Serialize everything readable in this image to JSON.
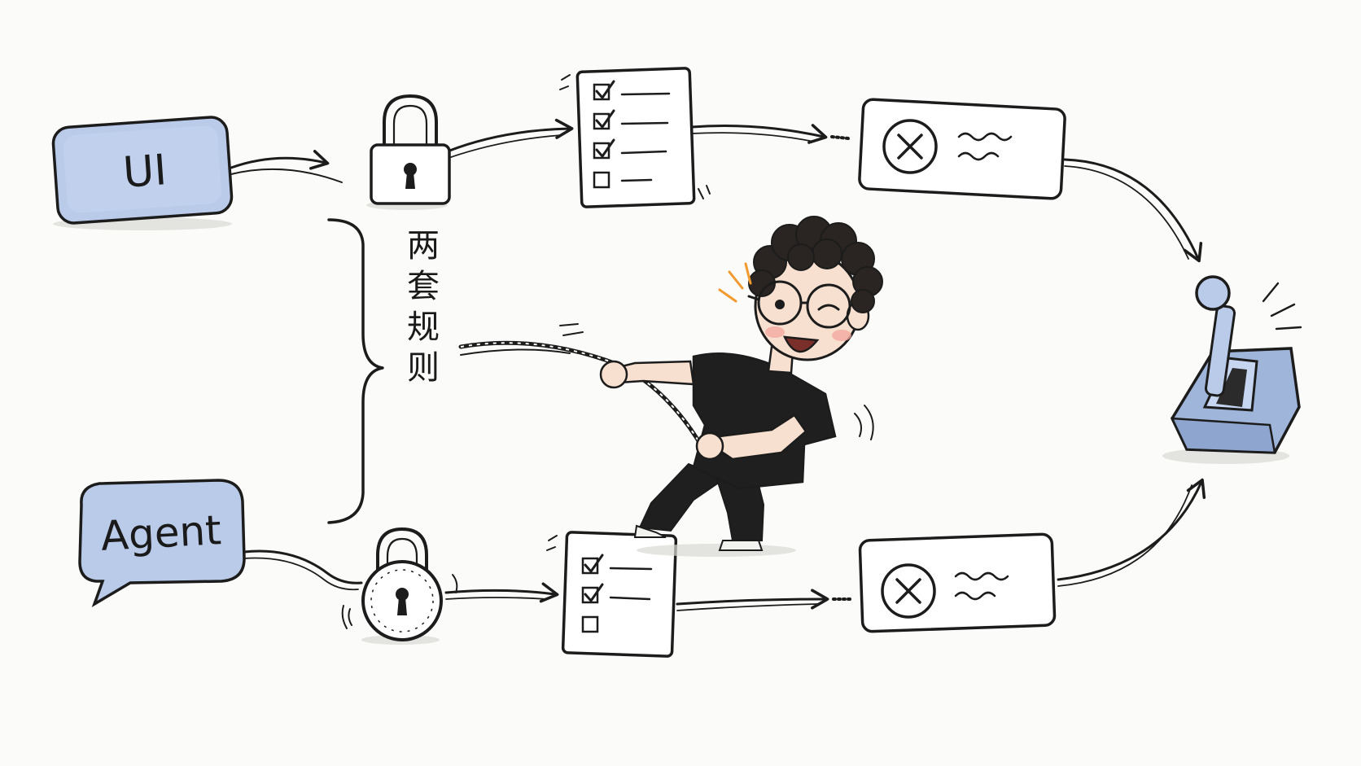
{
  "diagram": {
    "sources": {
      "ui": {
        "label": "UI"
      },
      "agent": {
        "label": "Agent"
      }
    },
    "brace_label": "两套规则",
    "colors": {
      "box_blue": "#b9cbe9",
      "box_blue_dark": "#8fa6cf",
      "ink": "#1c1c1c",
      "shirt": "#1f1f1f",
      "hair": "#2a2522",
      "spark": "#f29a2e",
      "paper": "#fbfbf9"
    },
    "icons": [
      "padlock-icon",
      "combination-padlock-icon",
      "checklist-icon",
      "error-card-icon",
      "joystick-lever-icon",
      "rope-pulling-person-icon"
    ],
    "top_checklist_checked": 3,
    "top_checklist_total": 4,
    "bottom_checklist_checked": 2,
    "bottom_checklist_total": 3
  }
}
